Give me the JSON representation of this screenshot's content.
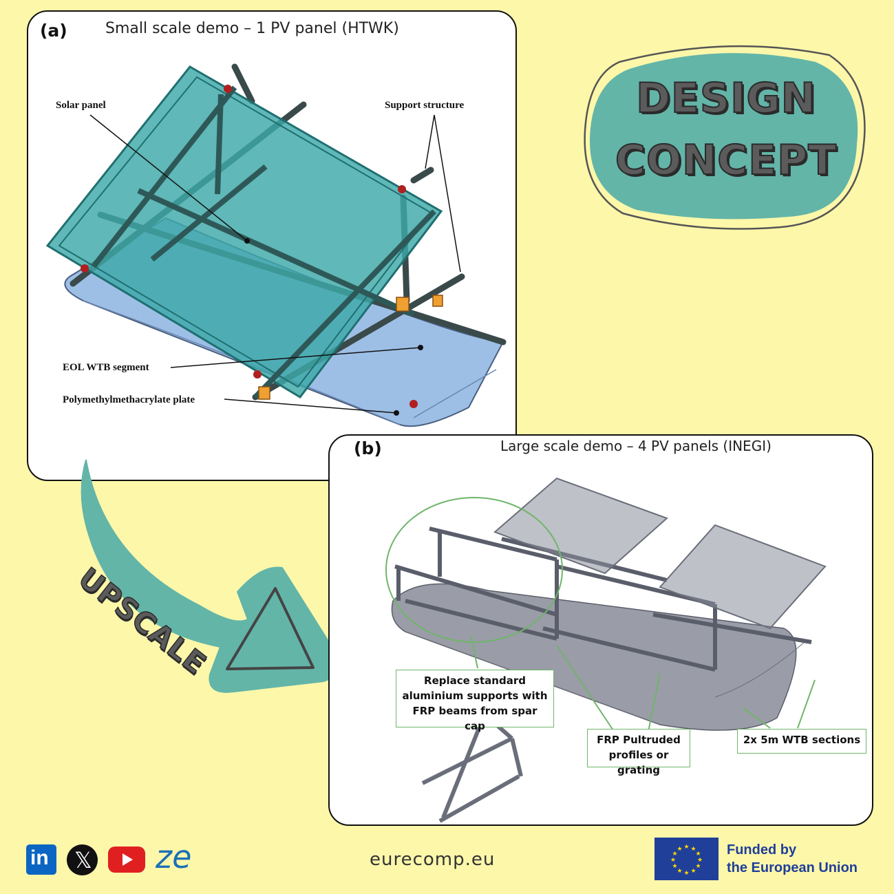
{
  "panel_a": {
    "letter": "(a)",
    "title": "Small scale demo – 1 PV panel (HTWK)",
    "labels": {
      "solar_panel": "Solar panel",
      "support_structure": "Support structure",
      "eol_wtb_segment": "EOL WTB segment",
      "pmma_plate": "Polymethylmethacrylate plate"
    }
  },
  "panel_b": {
    "letter": "(b)",
    "title": "Large scale demo – 4 PV panels (INEGI)",
    "callouts": {
      "replace_supports": "Replace standard aluminium supports with FRP beams from spar cap",
      "frp_pultruded": "FRP Pultruded profiles or grating",
      "wtb_sections": "2x 5m WTB sections"
    }
  },
  "badge": {
    "line1": "DESIGN",
    "line2": "CONCEPT"
  },
  "arrow": {
    "label": "UPSCALE"
  },
  "footer": {
    "url": "eurecomp.eu",
    "funding_line1": "Funded by",
    "funding_line2": "the European Union",
    "social_icons": [
      "linkedin-icon",
      "x-icon",
      "youtube-icon",
      "zenodo-icon"
    ]
  },
  "colors": {
    "background": "#fdf7aa",
    "teal": "#63b5a8",
    "eu_blue": "#1f3f99",
    "eu_gold": "#ffd700",
    "callout_green": "#6fb56a"
  }
}
